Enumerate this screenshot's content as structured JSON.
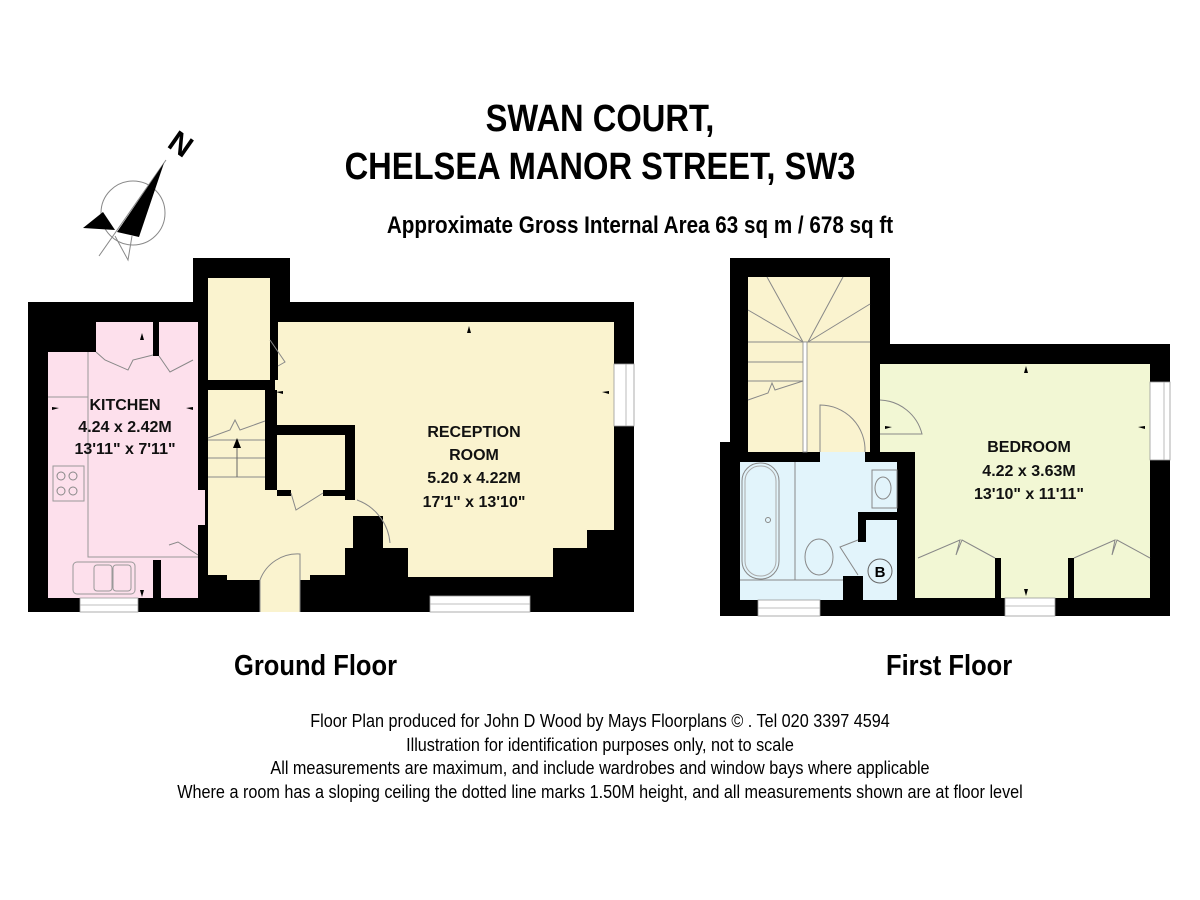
{
  "header": {
    "title_line1": "SWAN COURT,",
    "title_line2": "CHELSEA MANOR STREET, SW3",
    "area": "Approximate Gross Internal Area 63 sq m  /  678 sq ft"
  },
  "compass": {
    "label": "N",
    "icon": "north-arrow-icon"
  },
  "floors": {
    "ground": {
      "label": "Ground Floor",
      "rooms": [
        {
          "name": "KITCHEN",
          "metric": "4.24 x 2.42M",
          "imperial": "13'11\" x 7'11\""
        },
        {
          "name_line1": "RECEPTION",
          "name_line2": "ROOM",
          "metric": "5.20 x 4.22M",
          "imperial": "17'1\" x 13'10\""
        }
      ]
    },
    "first": {
      "label": "First Floor",
      "rooms": [
        {
          "name": "BEDROOM",
          "metric": "4.22 x 3.63M",
          "imperial": "13'10\" x 11'11\""
        }
      ],
      "boiler_label": "B"
    }
  },
  "colors": {
    "wall": "#000000",
    "kitchen": "#fde0ec",
    "reception": "#faf3cf",
    "bedroom": "#f2f7d4",
    "bathroom": "#e2f4fb",
    "line": "#8a8a8a"
  },
  "footer": {
    "line1": "Floor Plan produced for John D Wood by Mays Floorplans  © . Tel 020 3397 4594",
    "line2": "Illustration for identification purposes only, not to scale",
    "line3": "All measurements are maximum, and include wardrobes and window bays where applicable",
    "line4": "Where a room has a sloping ceiling the dotted line marks 1.50M height, and all measurements shown are at floor level"
  }
}
